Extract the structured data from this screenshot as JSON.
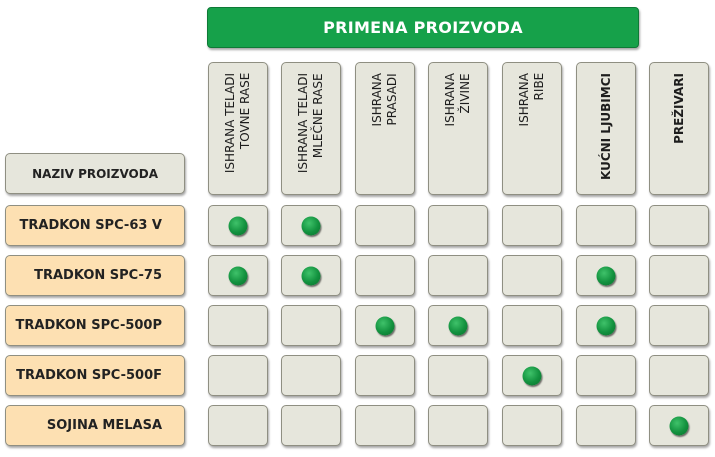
{
  "header": {
    "title": "PRIMENA PROIZVODA"
  },
  "columns_label": "NAZIV PROIZVODA",
  "columns": [
    {
      "label": "ISHRANA TELADI\nTOVNE RASE",
      "bold": false
    },
    {
      "label": "ISHRANA TELADI\nMLEČNE RASE",
      "bold": false
    },
    {
      "label": "ISHRANA\nPRASADI",
      "bold": false
    },
    {
      "label": "ISHRANA\nŽIVINE",
      "bold": false
    },
    {
      "label": "ISHRANA\nRIBE",
      "bold": false
    },
    {
      "label": "KUĆNI LJUBIMCI",
      "bold": true
    },
    {
      "label": "PREŽIVARI",
      "bold": true
    }
  ],
  "rows": [
    {
      "name": "TRADKON SPC-63 V",
      "marks": [
        1,
        1,
        0,
        0,
        0,
        0,
        0
      ]
    },
    {
      "name": "TRADKON SPC-75",
      "marks": [
        1,
        1,
        0,
        0,
        0,
        1,
        0
      ]
    },
    {
      "name": "TRADKON SPC-500P",
      "marks": [
        0,
        0,
        1,
        1,
        0,
        1,
        0
      ]
    },
    {
      "name": "TRADKON SPC-500F",
      "marks": [
        0,
        0,
        0,
        0,
        1,
        0,
        0
      ]
    },
    {
      "name": "SOJINA MELASA",
      "marks": [
        0,
        0,
        0,
        0,
        0,
        0,
        1
      ]
    }
  ],
  "colors": {
    "banner": "#16a14a",
    "product_label_bg": "#fde0b2",
    "cell_bg": "#e6e6dc",
    "dot": "#12913e"
  },
  "icons": {
    "mark": "green-dot-icon"
  }
}
